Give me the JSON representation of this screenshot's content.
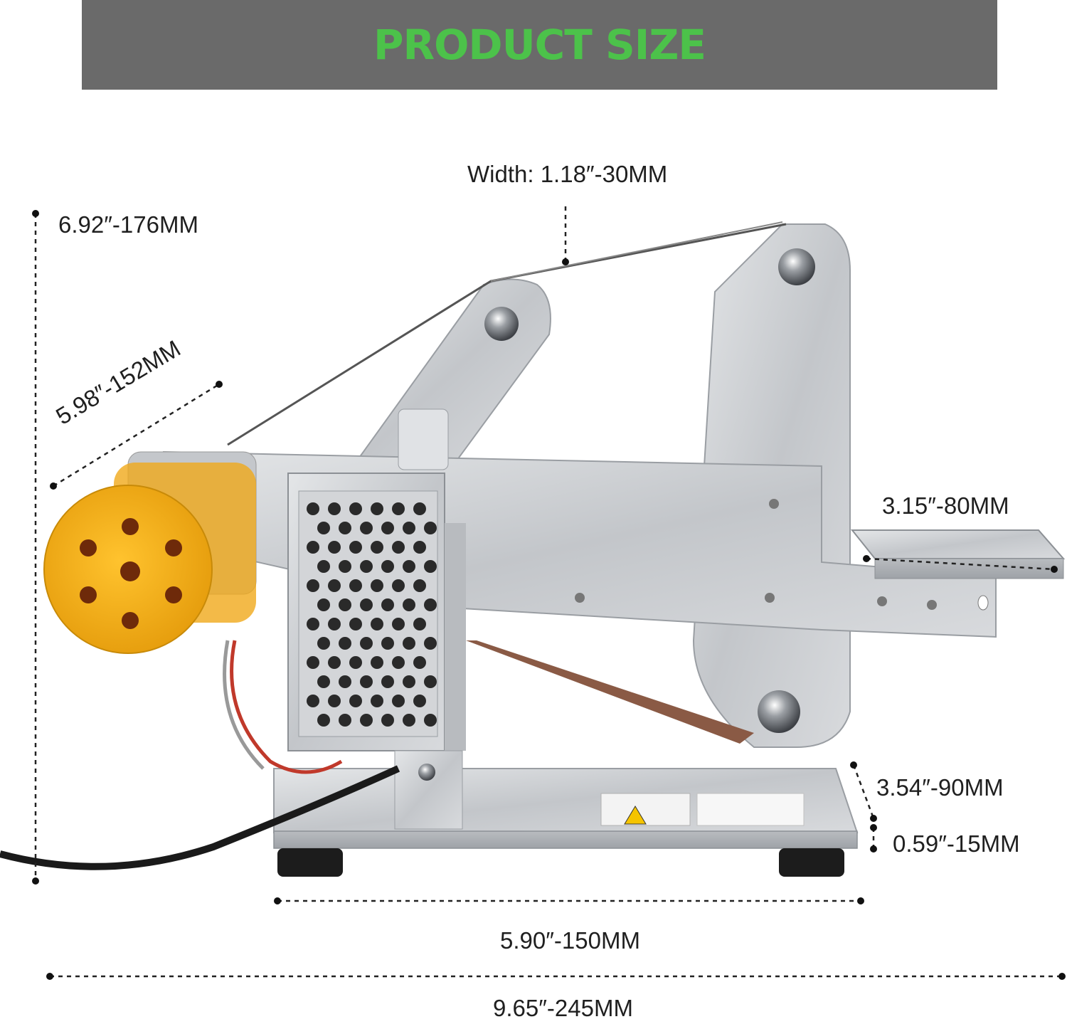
{
  "banner": {
    "title": "PRODUCT SIZE",
    "background_color": "#6a6a6a",
    "title_color": "#4cc24a"
  },
  "dimensions": {
    "belt_width": "Width: 1.18″-30MM",
    "height": "6.92″-176MM",
    "motor_length": "5.98″-152MM",
    "rest_width": "3.15″-80MM",
    "base_depth": "3.54″-90MM",
    "base_thickness": "0.59″-15MM",
    "base_length": "5.90″-150MM",
    "total_length": "9.65″-245MM"
  },
  "product": {
    "motor_color": "#f5b21a",
    "metal_color": "#c9ccd0",
    "belt_color": "#8a5a45"
  }
}
